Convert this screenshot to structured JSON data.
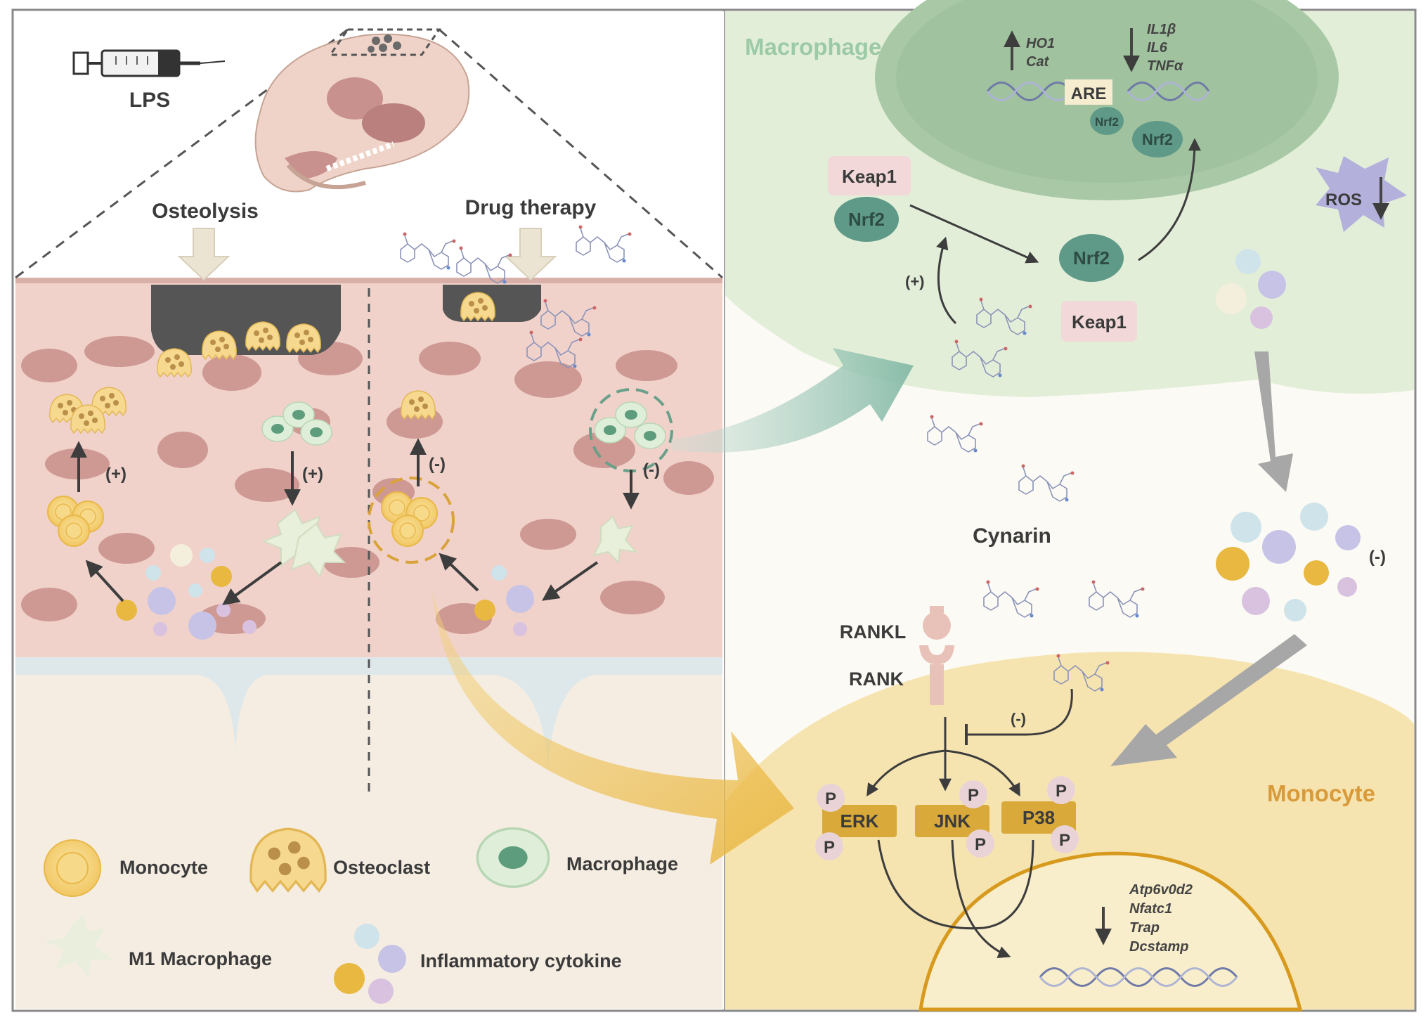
{
  "left_panel": {
    "injection_label": "LPS",
    "osteolysis_label": "Osteolysis",
    "drug_therapy_label": "Drug therapy",
    "signs": {
      "left_up": "(+)",
      "left_down": "(+)",
      "right_up": "(-)",
      "right_down": "(-)"
    }
  },
  "legend": {
    "monocyte": "Monocyte",
    "osteoclast": "Osteoclast",
    "macrophage": "Macrophage",
    "m1_macrophage": "M1 Macrophage",
    "inflammatory_cytokine": "Inflammatory cytokine"
  },
  "macrophage_panel": {
    "title": "Macrophage",
    "up_genes": [
      "HO1",
      "Cat"
    ],
    "down_genes": [
      "IL1β",
      "IL6",
      "TNFα"
    ],
    "are_label": "ARE",
    "nrf2_small": "Nrf2",
    "nrf2_nucleus": "Nrf2",
    "keap1_complex": "Keap1",
    "nrf2_complex": "Nrf2",
    "nrf2_free": "Nrf2",
    "keap1_free": "Keap1",
    "plus_sign": "(+)",
    "ros_label": "ROS"
  },
  "drug_label": "Cynarin",
  "cytokine_minus": "(-)",
  "monocyte_panel": {
    "title": "Monocyte",
    "rankl_label": "RANKL",
    "rank_label": "RANK",
    "inhibit_sign": "(-)",
    "kinases": [
      "ERK",
      "JNK",
      "P38"
    ],
    "phospho_label": "P",
    "genes": [
      "Atp6v0d2",
      "Nfatc1",
      "Trap",
      "Dcstamp"
    ]
  },
  "colors": {
    "macrophage_title": "#9ccaa6",
    "monocyte_title": "#d99a3a",
    "kinase_fill": "#d9a93a",
    "nrf2_fill": "#5f9a88",
    "keap1_fill": "#f2d8d8",
    "ros_fill": "#b3b1dc"
  }
}
